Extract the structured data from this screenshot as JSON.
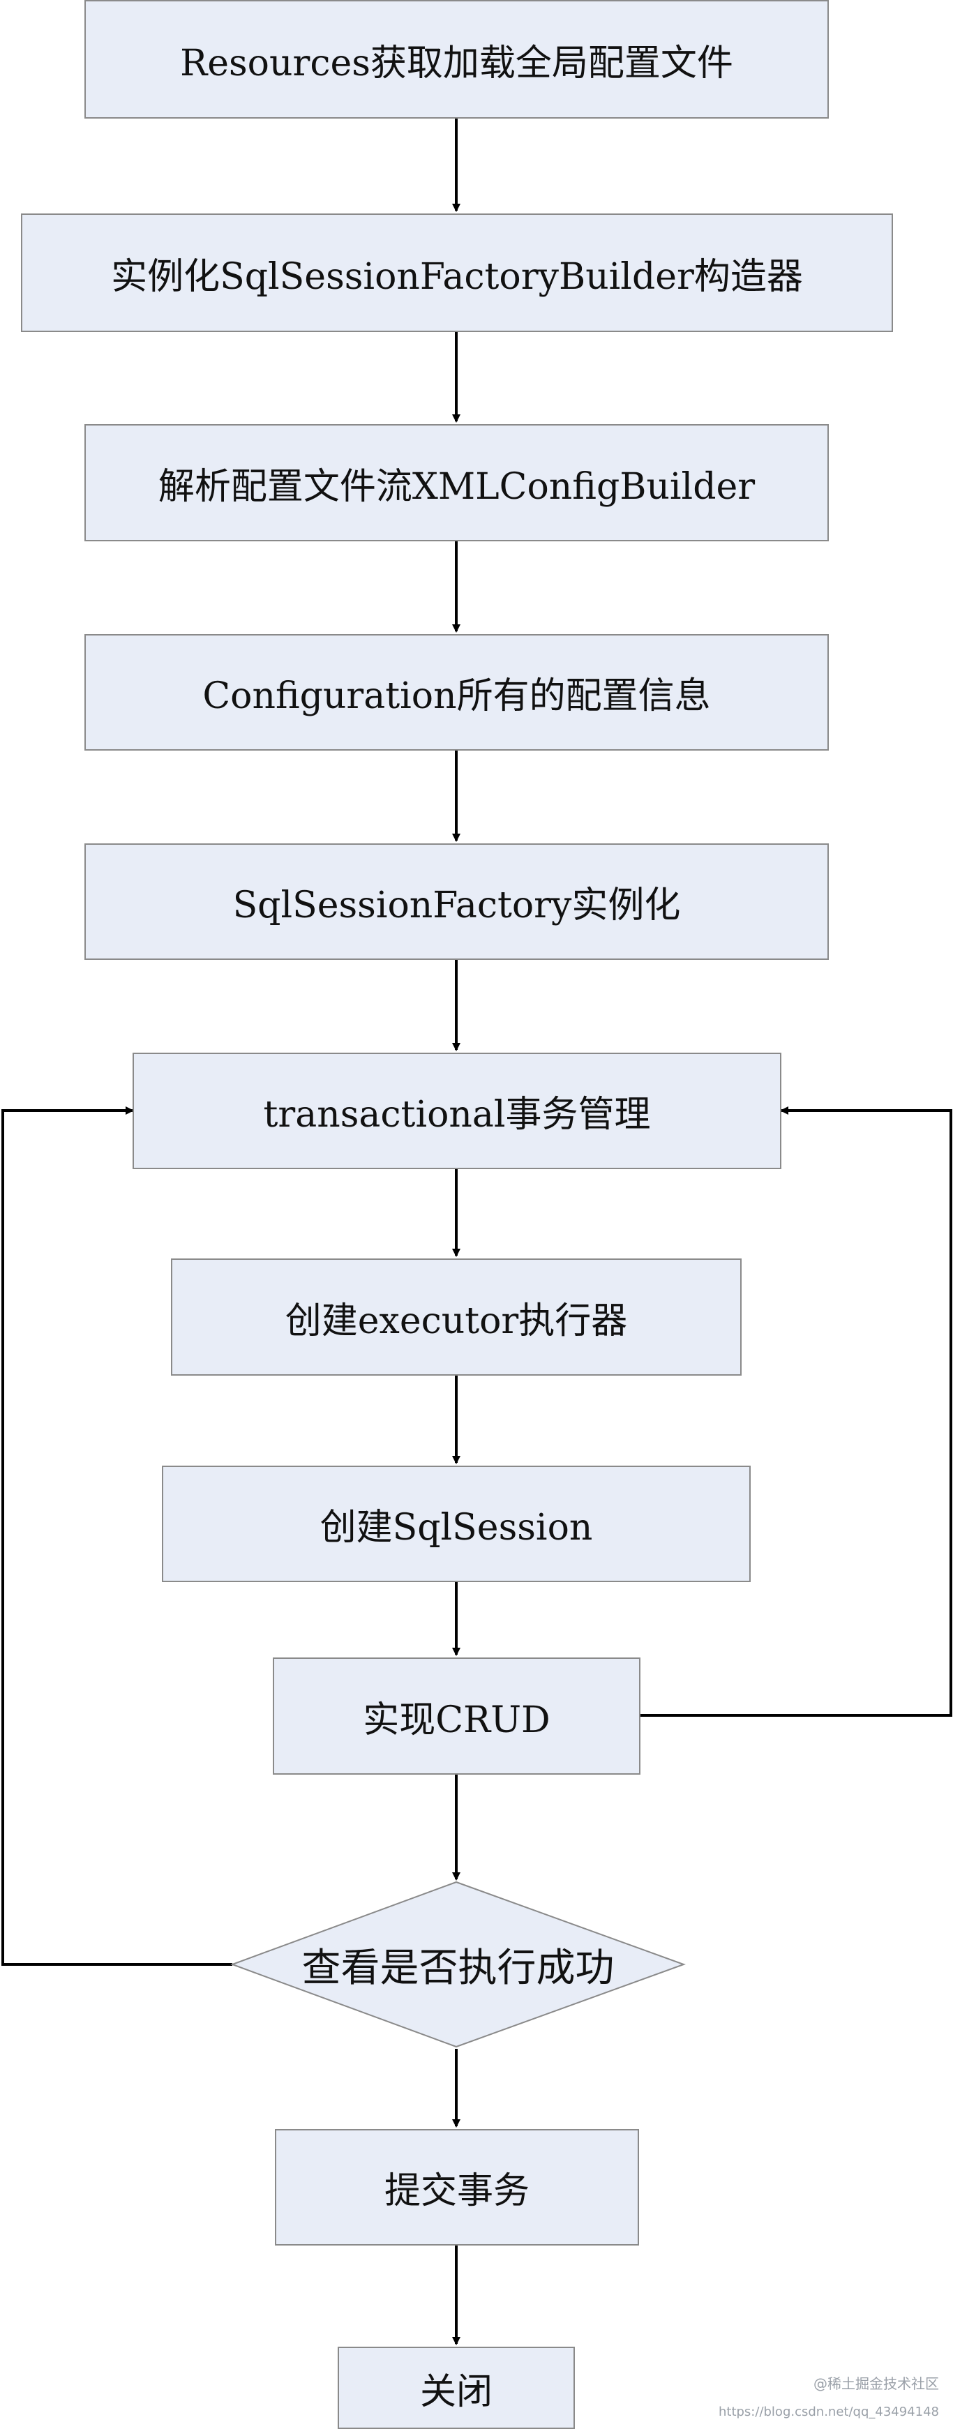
{
  "steps": [
    "Resources获取加载全局配置文件",
    "实例化SqlSessionFactoryBuilder构造器",
    "解析配置文件流XMLConfigBuilder",
    "Configuration所有的配置信息",
    "SqlSessionFactory实例化",
    "transactional事务管理",
    "创建executor执行器",
    "创建SqlSession",
    "实现CRUD"
  ],
  "decision": "查看是否执行成功",
  "after": [
    "提交事务",
    "关闭"
  ],
  "watermark": {
    "brand": "@稀土掘金技术社区",
    "url": "https://blog.csdn.net/qq_43494148"
  },
  "colors": {
    "box_fill": "#e8edf7",
    "box_border": "#8a8a8a",
    "line": "#000000"
  }
}
